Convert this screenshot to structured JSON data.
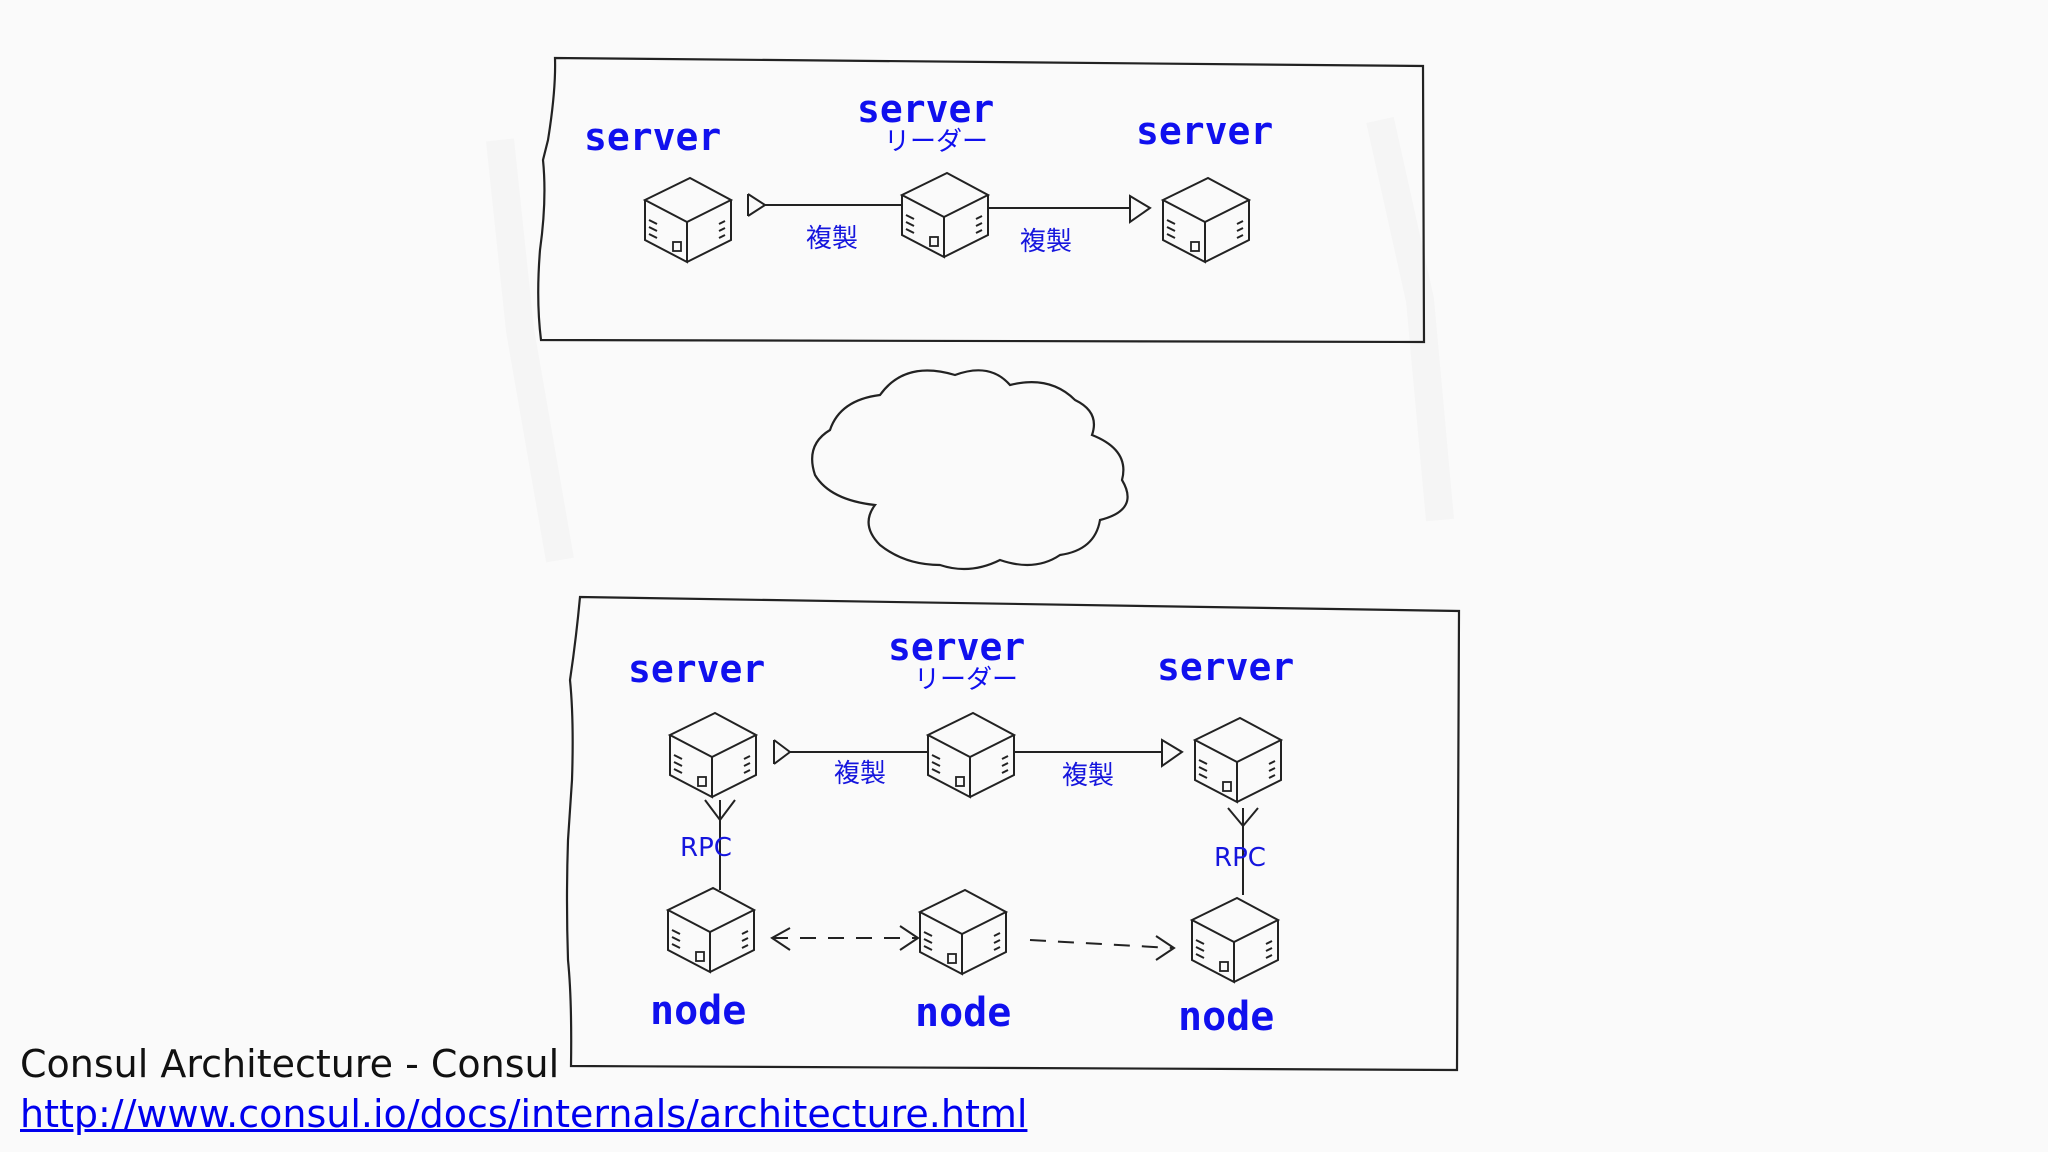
{
  "top_group": {
    "left_server_label": "server",
    "leader_label": "server",
    "leader_sublabel": "リーダー",
    "right_server_label": "server",
    "replication_left": "複製",
    "replication_right": "複製"
  },
  "bottom_group": {
    "left_server_label": "server",
    "leader_label": "server",
    "leader_sublabel": "リーダー",
    "right_server_label": "server",
    "replication_left": "複製",
    "replication_right": "複製",
    "rpc_left": "RPC",
    "rpc_right": "RPC",
    "node_left": "node",
    "node_middle": "node",
    "node_right": "node"
  },
  "caption": {
    "title": "Consul Architecture - Consul",
    "url": "http://www.consul.io/docs/internals/architecture.html"
  }
}
